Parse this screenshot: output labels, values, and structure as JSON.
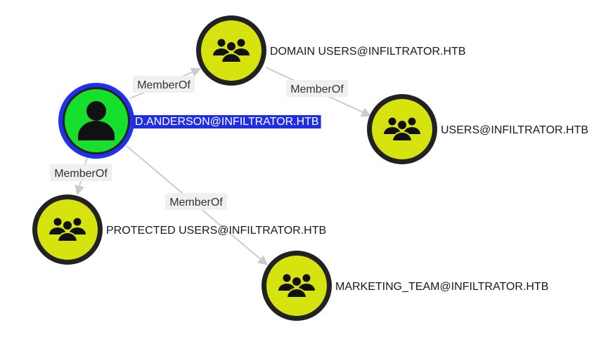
{
  "colors": {
    "group_fill": "#d6e30f",
    "user_fill": "#17e02d",
    "node_ring": "#222222",
    "selected_ring": "#2130f0",
    "selected_label_bg": "#1f2de8",
    "edge": "#cccccc",
    "edge_label_bg": "#f0f0f0"
  },
  "nodes": [
    {
      "id": "danderson",
      "label": "D.ANDERSON@INFILTRATOR.HTB",
      "icon": "user-icon",
      "type": "user",
      "selected": true
    },
    {
      "id": "domainusers",
      "label": "DOMAIN USERS@INFILTRATOR.HTB",
      "icon": "group-icon",
      "type": "group"
    },
    {
      "id": "users",
      "label": "USERS@INFILTRATOR.HTB",
      "icon": "group-icon",
      "type": "group"
    },
    {
      "id": "protected",
      "label": "PROTECTED USERS@INFILTRATOR.HTB",
      "icon": "group-icon",
      "type": "group"
    },
    {
      "id": "marketing",
      "label": "MARKETING_TEAM@INFILTRATOR.HTB",
      "icon": "group-icon",
      "type": "group"
    }
  ],
  "edges": [
    {
      "from": "danderson",
      "to": "domainusers",
      "label": "MemberOf"
    },
    {
      "from": "domainusers",
      "to": "users",
      "label": "MemberOf"
    },
    {
      "from": "danderson",
      "to": "protected",
      "label": "MemberOf"
    },
    {
      "from": "danderson",
      "to": "marketing",
      "label": "MemberOf"
    }
  ]
}
